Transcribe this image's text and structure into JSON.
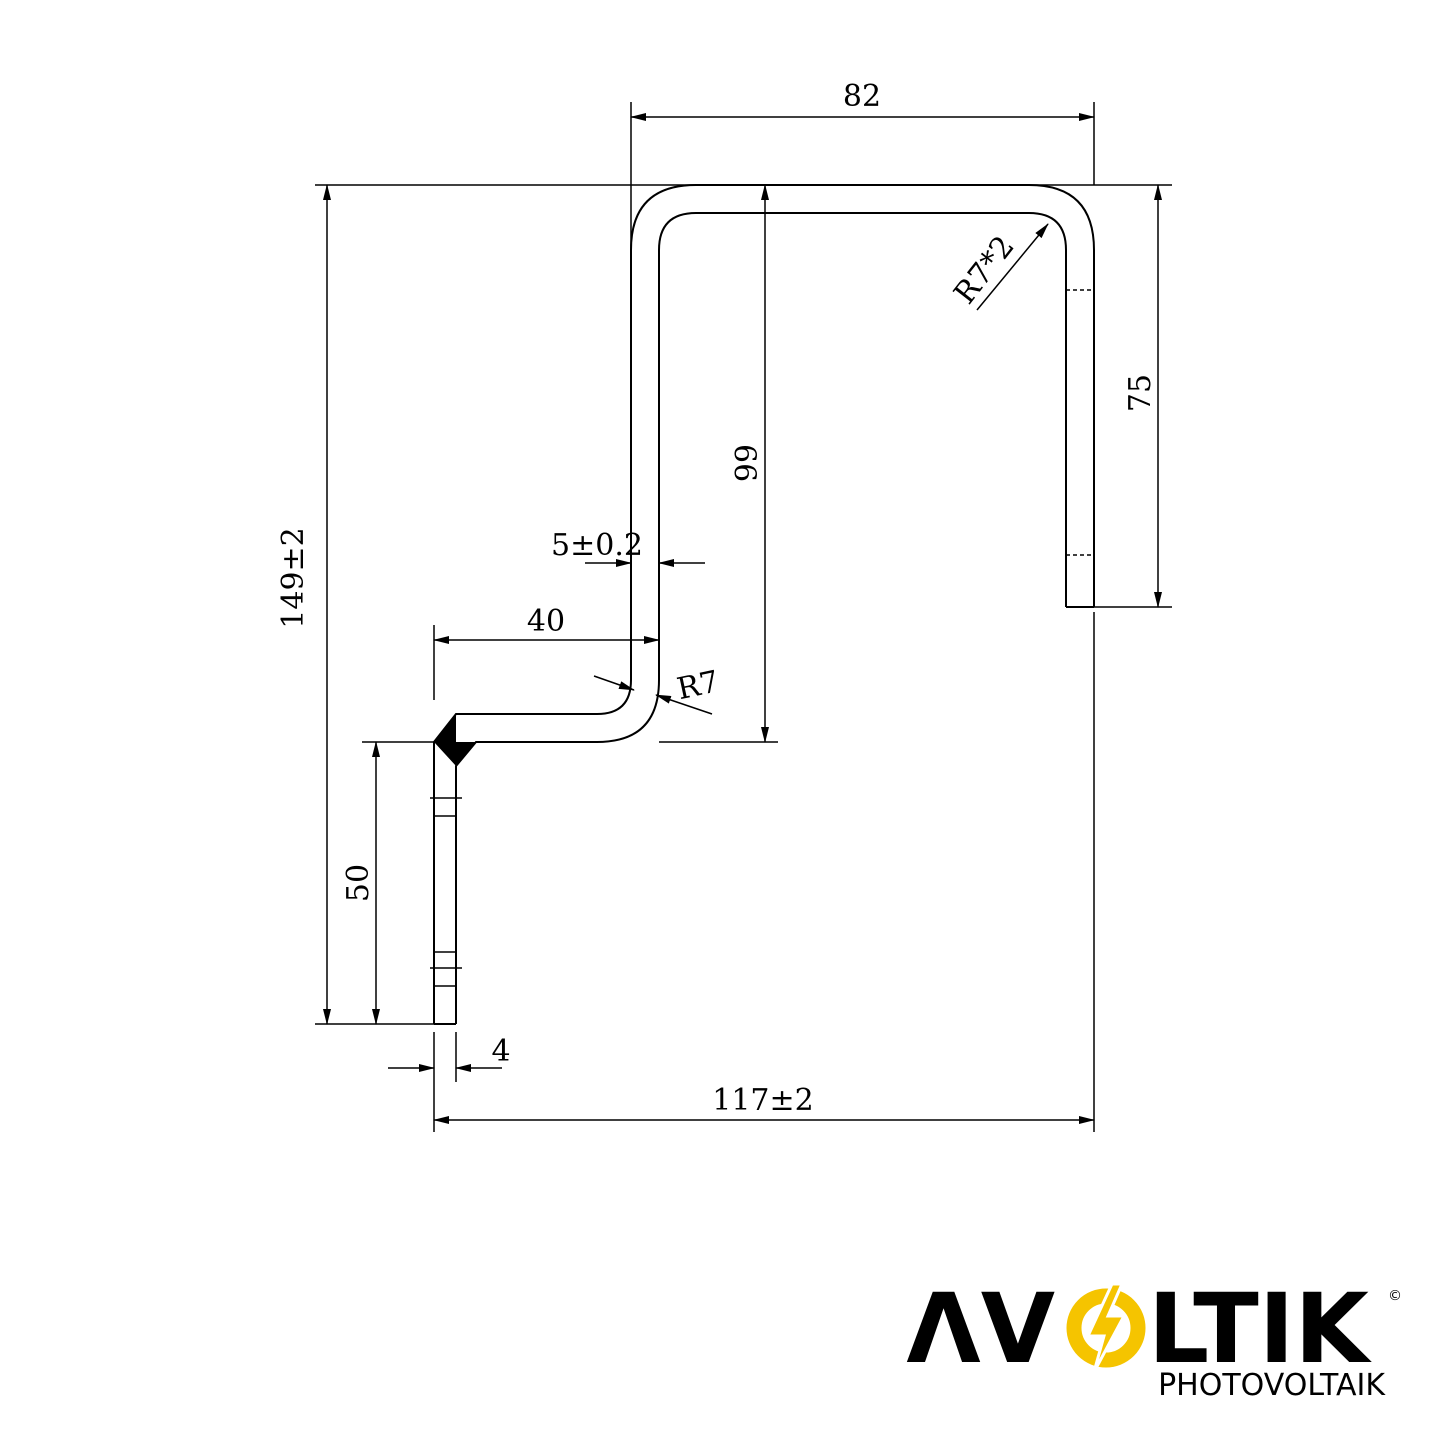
{
  "dimensions": {
    "top_width": "82",
    "total_height": "149±2",
    "right_leg": "75",
    "inner_height": "99",
    "thickness": "5±0.2",
    "offset": "40",
    "inner_radius": "R7",
    "outer_radius": "R7*2",
    "foot_height": "50",
    "foot_thickness": "4",
    "total_width": "117±2"
  },
  "logo": {
    "brand_a": "ΛV",
    "brand_b": "LTIK",
    "subtitle": "PHOTOVOLTAIK",
    "copyright": "©",
    "accent_color": "#f5c400"
  }
}
